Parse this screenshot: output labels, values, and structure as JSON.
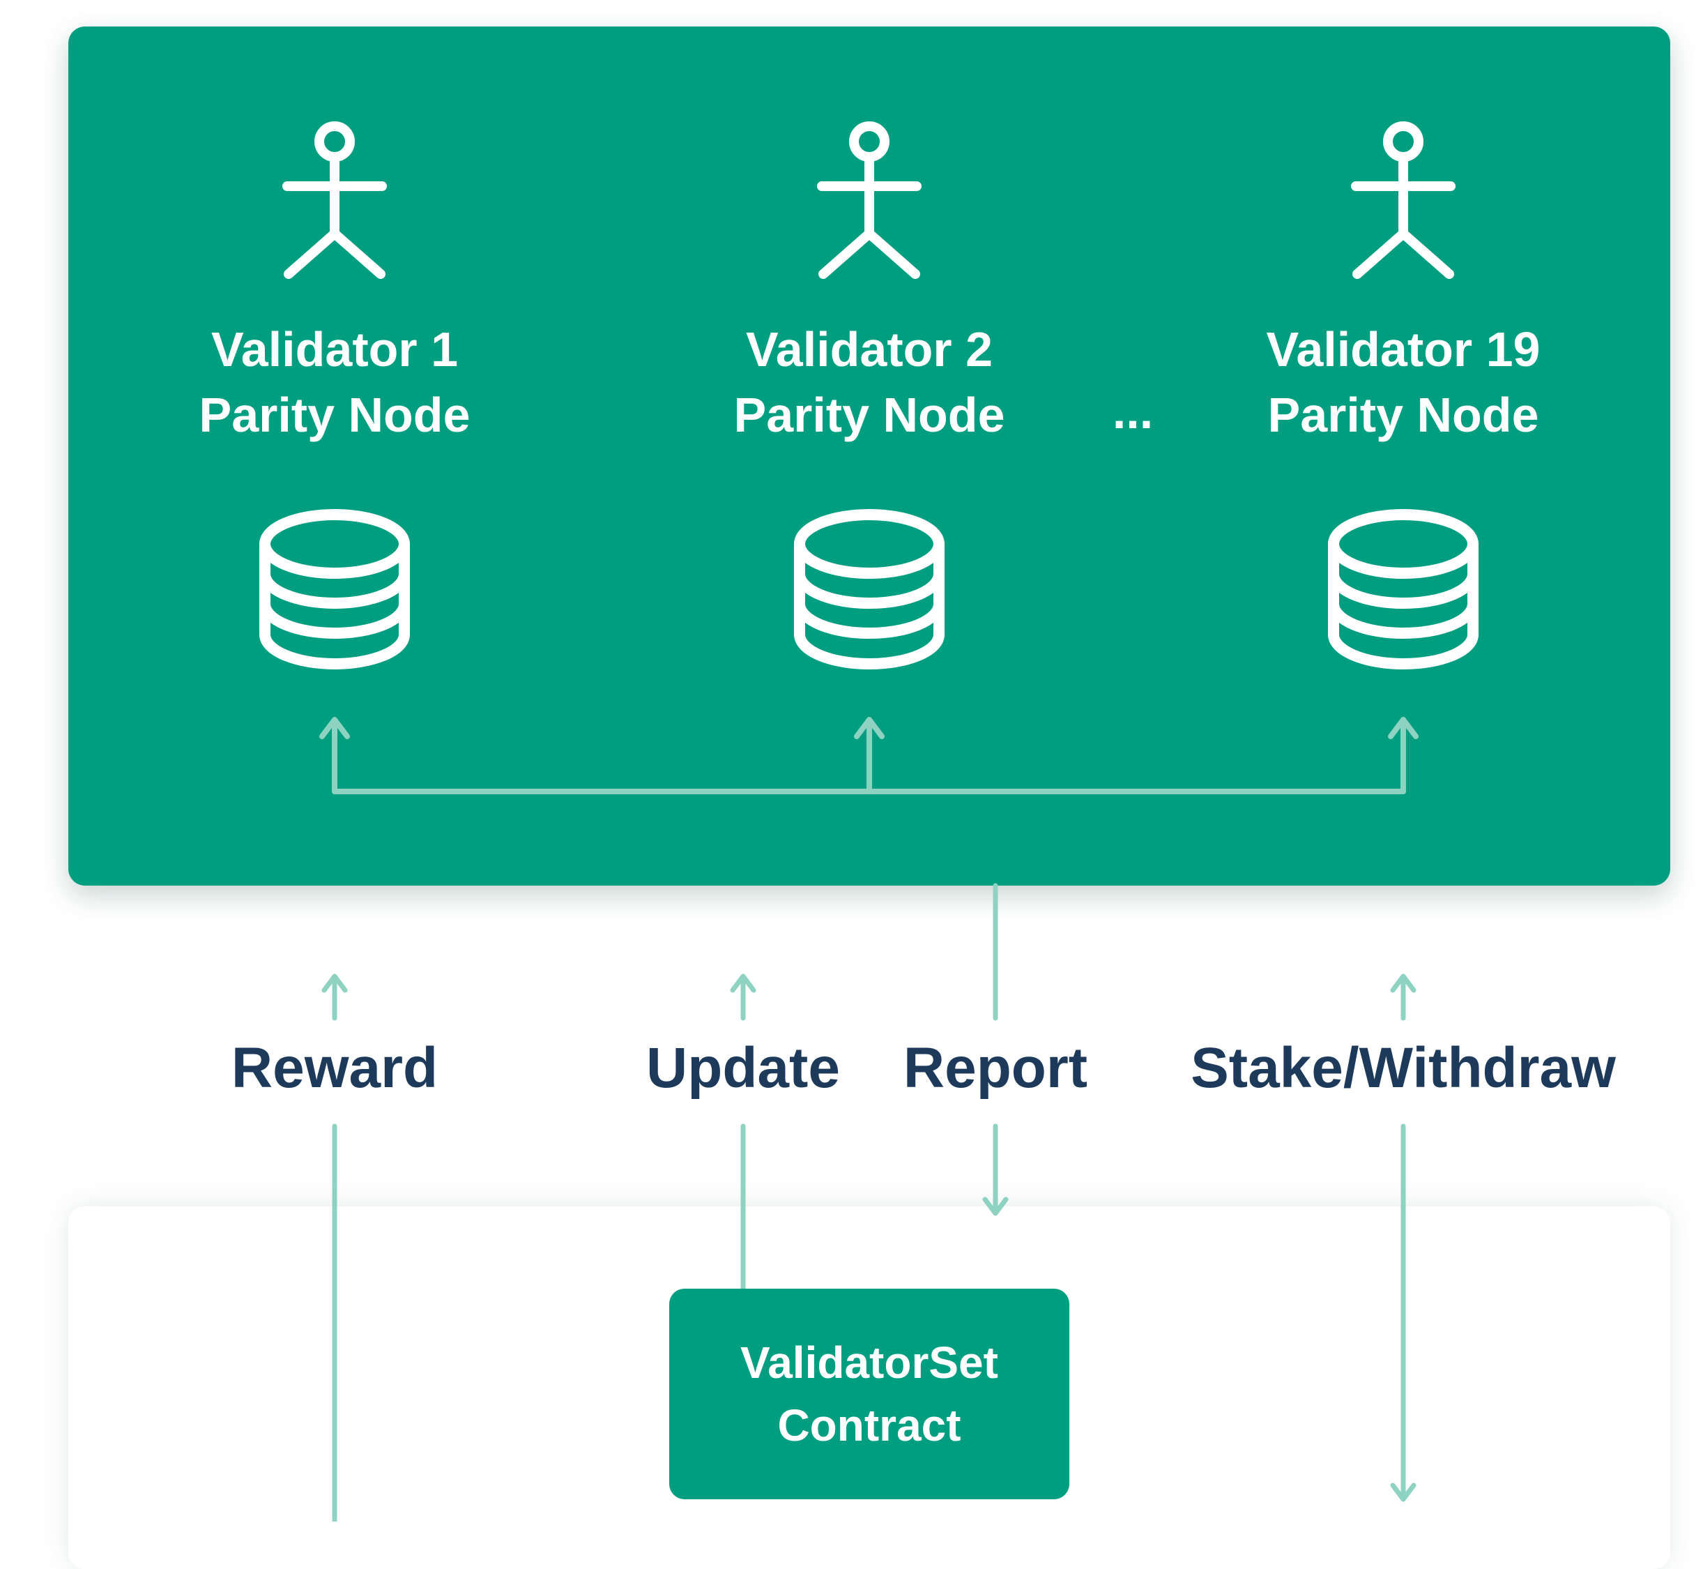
{
  "validators": [
    {
      "line1": "Validator 1",
      "line2": "Parity Node"
    },
    {
      "line1": "Validator 2",
      "line2": "Parity Node"
    },
    {
      "line1": "Validator 19",
      "line2": "Parity Node"
    }
  ],
  "ellipsis": "...",
  "flows": {
    "reward": "Reward",
    "update": "Update",
    "report": "Report",
    "stake": "Stake/Withdraw"
  },
  "contract": {
    "line1": "ValidatorSet",
    "line2": "Contract"
  },
  "colors": {
    "panel": "#009e80",
    "line": "#8ed3c2",
    "label": "#1e3a5a"
  }
}
